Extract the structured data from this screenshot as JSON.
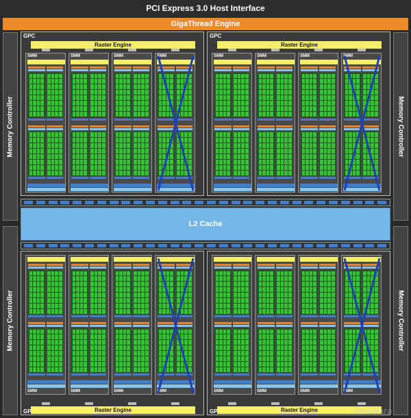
{
  "header": {
    "pcie_label": "PCI Express 3.0 Host Interface",
    "gigathread_label": "GigaThread Engine"
  },
  "memory_controller_label": "Memory Controller",
  "l2_label": "L2 Cache",
  "gpc_label": "GPC",
  "raster_label": "Raster Engine",
  "smm_label": "SMM",
  "disabled_smm_per_gpc": "Last SMM in each GPC is disabled (marked with X)",
  "watermark": "BodNara",
  "colors": {
    "background": "#2a2a2a",
    "gigathread": "#ef8a2a",
    "raster": "#f4ef66",
    "l2": "#74b7e6",
    "cuda_core": "#38c238",
    "disabled_x": "#1f3fb5"
  }
}
